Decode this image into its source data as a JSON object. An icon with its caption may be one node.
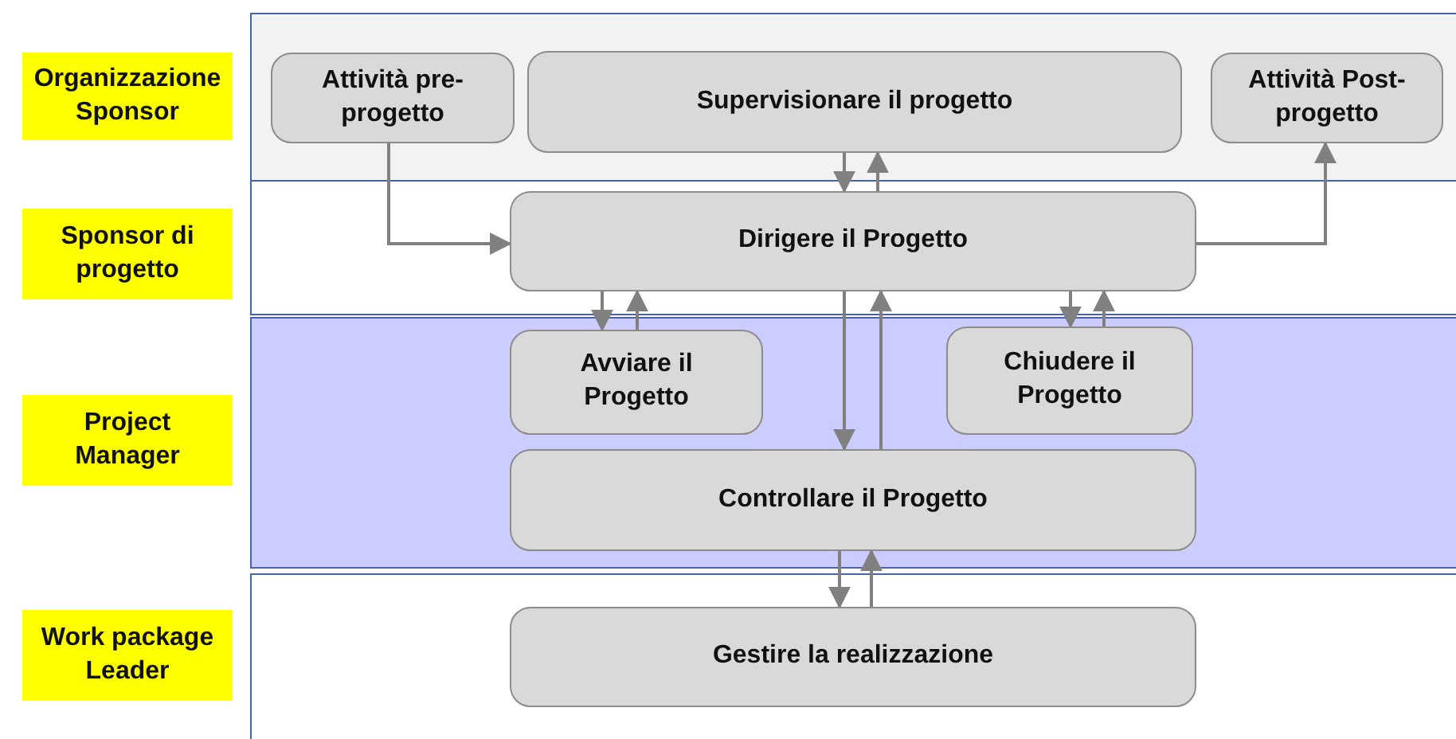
{
  "diagram": {
    "nodes": [
      {
        "text": [
          "Organizzazione Sponsor"
        ]
      },
      {
        "text": [
          "Attività pre-progetto"
        ]
      },
      {
        "text": [
          "Supervisionare il progetto"
        ]
      },
      {
        "text": [
          "Attività Post-progetto"
        ]
      },
      {
        "text": [
          "Sponsor di progetto"
        ]
      },
      {
        "text": [
          "Dirigere il Progetto"
        ]
      },
      {
        "text": [
          "Project Manager"
        ]
      },
      {
        "text": [
          "Avviare il Progetto"
        ]
      },
      {
        "text": [
          "Chiudere il Progetto"
        ]
      },
      {
        "text": [
          "Controllare il Progetto"
        ]
      },
      {
        "text": [
          "Work package Leader"
        ]
      },
      {
        "text": [
          "Gestire la realizzazione"
        ]
      }
    ],
    "edges": [
      {
        "from": 1,
        "to": 5,
        "arrow": "to"
      },
      {
        "from": 2,
        "to": 5,
        "arrow": "to"
      },
      {
        "from": 5,
        "to": 2,
        "arrow": "to"
      },
      {
        "from": 5,
        "to": 3,
        "arrow": "to"
      },
      {
        "from": 5,
        "to": 7,
        "arrow": "to"
      },
      {
        "from": 7,
        "to": 5,
        "arrow": "to"
      },
      {
        "from": 5,
        "to": 9,
        "arrow": "to"
      },
      {
        "from": 9,
        "to": 5,
        "arrow": "to"
      },
      {
        "from": 5,
        "to": 8,
        "arrow": "to"
      },
      {
        "from": 8,
        "to": 5,
        "arrow": "to"
      },
      {
        "from": 9,
        "to": 11,
        "arrow": "to"
      },
      {
        "from": 11,
        "to": 9,
        "arrow": "to"
      }
    ]
  }
}
